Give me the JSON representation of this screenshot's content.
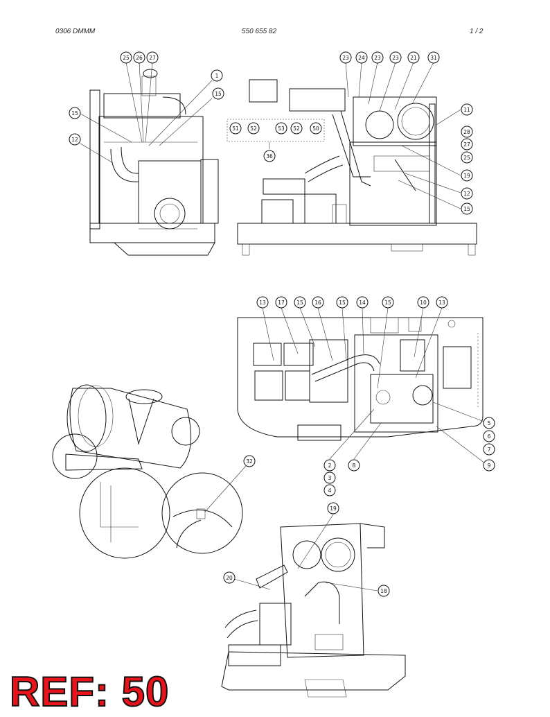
{
  "header": {
    "left": "0306 DMMM",
    "center": "550 655 82",
    "right": "1 /   2"
  },
  "reference_label": "REF: 50",
  "callouts": {
    "top_left": [
      "25",
      "26",
      "27",
      "1",
      "15",
      "15",
      "12"
    ],
    "top_right": [
      "23",
      "24",
      "23",
      "23",
      "21",
      "31",
      "11",
      "28",
      "27",
      "25",
      "19",
      "12",
      "15",
      "51",
      "52",
      "53",
      "52",
      "50",
      "36"
    ],
    "middle": [
      "13",
      "17",
      "15",
      "16",
      "15",
      "14",
      "15",
      "10",
      "13",
      "5",
      "6",
      "7",
      "9",
      "2",
      "3",
      "4",
      "8"
    ],
    "detail": [
      "32"
    ],
    "bottom": [
      "19",
      "20",
      "18"
    ]
  }
}
